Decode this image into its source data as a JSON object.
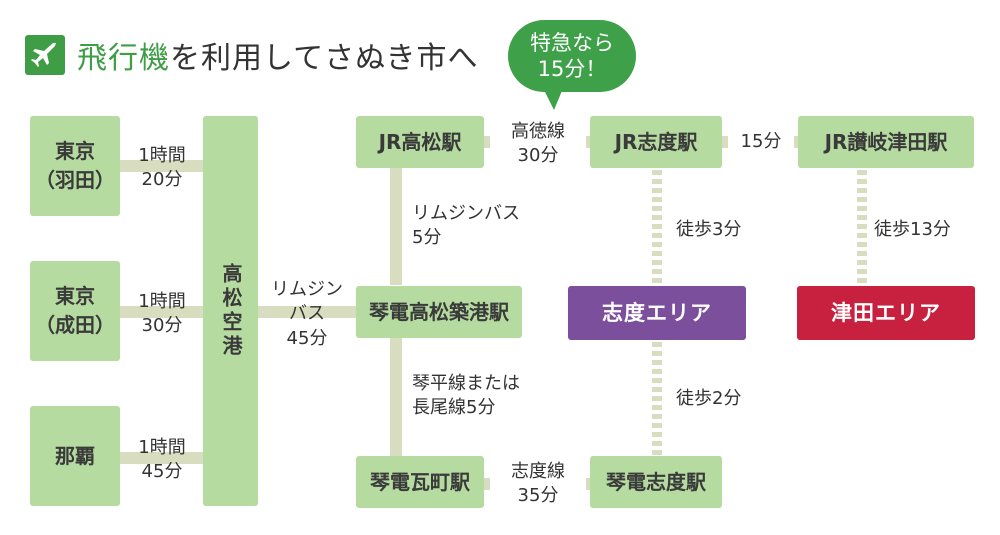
{
  "title": {
    "icon": "airplane-icon",
    "accent": "飛行機",
    "rest": "を利用してさぬき市へ"
  },
  "origins": [
    {
      "label": "東京\n（羽田）",
      "time": "1時間\n20分"
    },
    {
      "label": "東京\n（成田）",
      "time": "1時間\n30分"
    },
    {
      "label": "那覇",
      "time": "1時間\n45分"
    }
  ],
  "airport": "高松空港",
  "limousine": "リムジン\nバス\n45分",
  "stations": {
    "jr_takamatsu": "JR高松駅",
    "jr_shido": "JR志度駅",
    "jr_sanuki_tsuda": "JR讃岐津田駅",
    "kotoden_chikko": "琴電高松築港駅",
    "kotoden_kawaramachi": "琴電瓦町駅",
    "kotoden_shido": "琴電志度駅"
  },
  "links": {
    "kotoku_line": "高徳線\n30分",
    "shido_to_tsuda": "15分",
    "limousine_bus_5": "リムジンバス\n5分",
    "kotohira_nagao": "琴平線または\n長尾線5分",
    "shido_line": "志度線\n35分",
    "walk_3": "徒歩3分",
    "walk_13": "徒歩13分",
    "walk_2": "徒歩2分"
  },
  "areas": {
    "shido": "志度エリア",
    "tsuda": "津田エリア"
  },
  "bubble": "特急なら\n15分！",
  "colors": {
    "node": "#b5dba0",
    "shido_area": "#7b4f9c",
    "tsuda_area": "#c8203f",
    "bubble": "#3fa04a",
    "accent": "#3f9d46",
    "icon": "#3f9d46"
  }
}
